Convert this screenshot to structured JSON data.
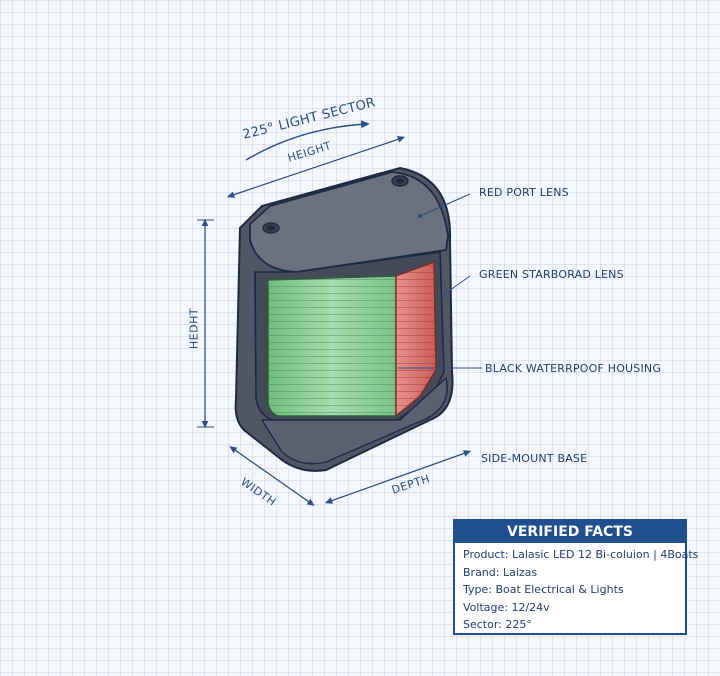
{
  "dimensions": {
    "light_sector": "225° LIGHT SECTOR",
    "top_height": "HEIGHT",
    "side_height": "HEDHT",
    "width": "WIDTH",
    "depth": "DEPTH"
  },
  "callouts": {
    "red_lens": "RED PORT LENS",
    "green_lens": "GREEN STARBORAD LENS",
    "housing": "BLACK WATERRPOOF HOUSING",
    "base": "SIDE-MOUNT BASE"
  },
  "facts": {
    "title": "VERIFIED FACTS",
    "items": [
      "Product: Lalasic LED 12 Bi-coluion | 4Boats",
      "Brand: Laizas",
      "Type: Boat Electrical & Lights",
      "Voltage: 12/24v",
      "Sector: 225°"
    ]
  },
  "colors": {
    "ink": "#1f3f73",
    "housing": "#4e5461",
    "green_lens": "#8fd09a",
    "red_lens": "#e3837c",
    "facts_header": "#1f4f8f"
  }
}
